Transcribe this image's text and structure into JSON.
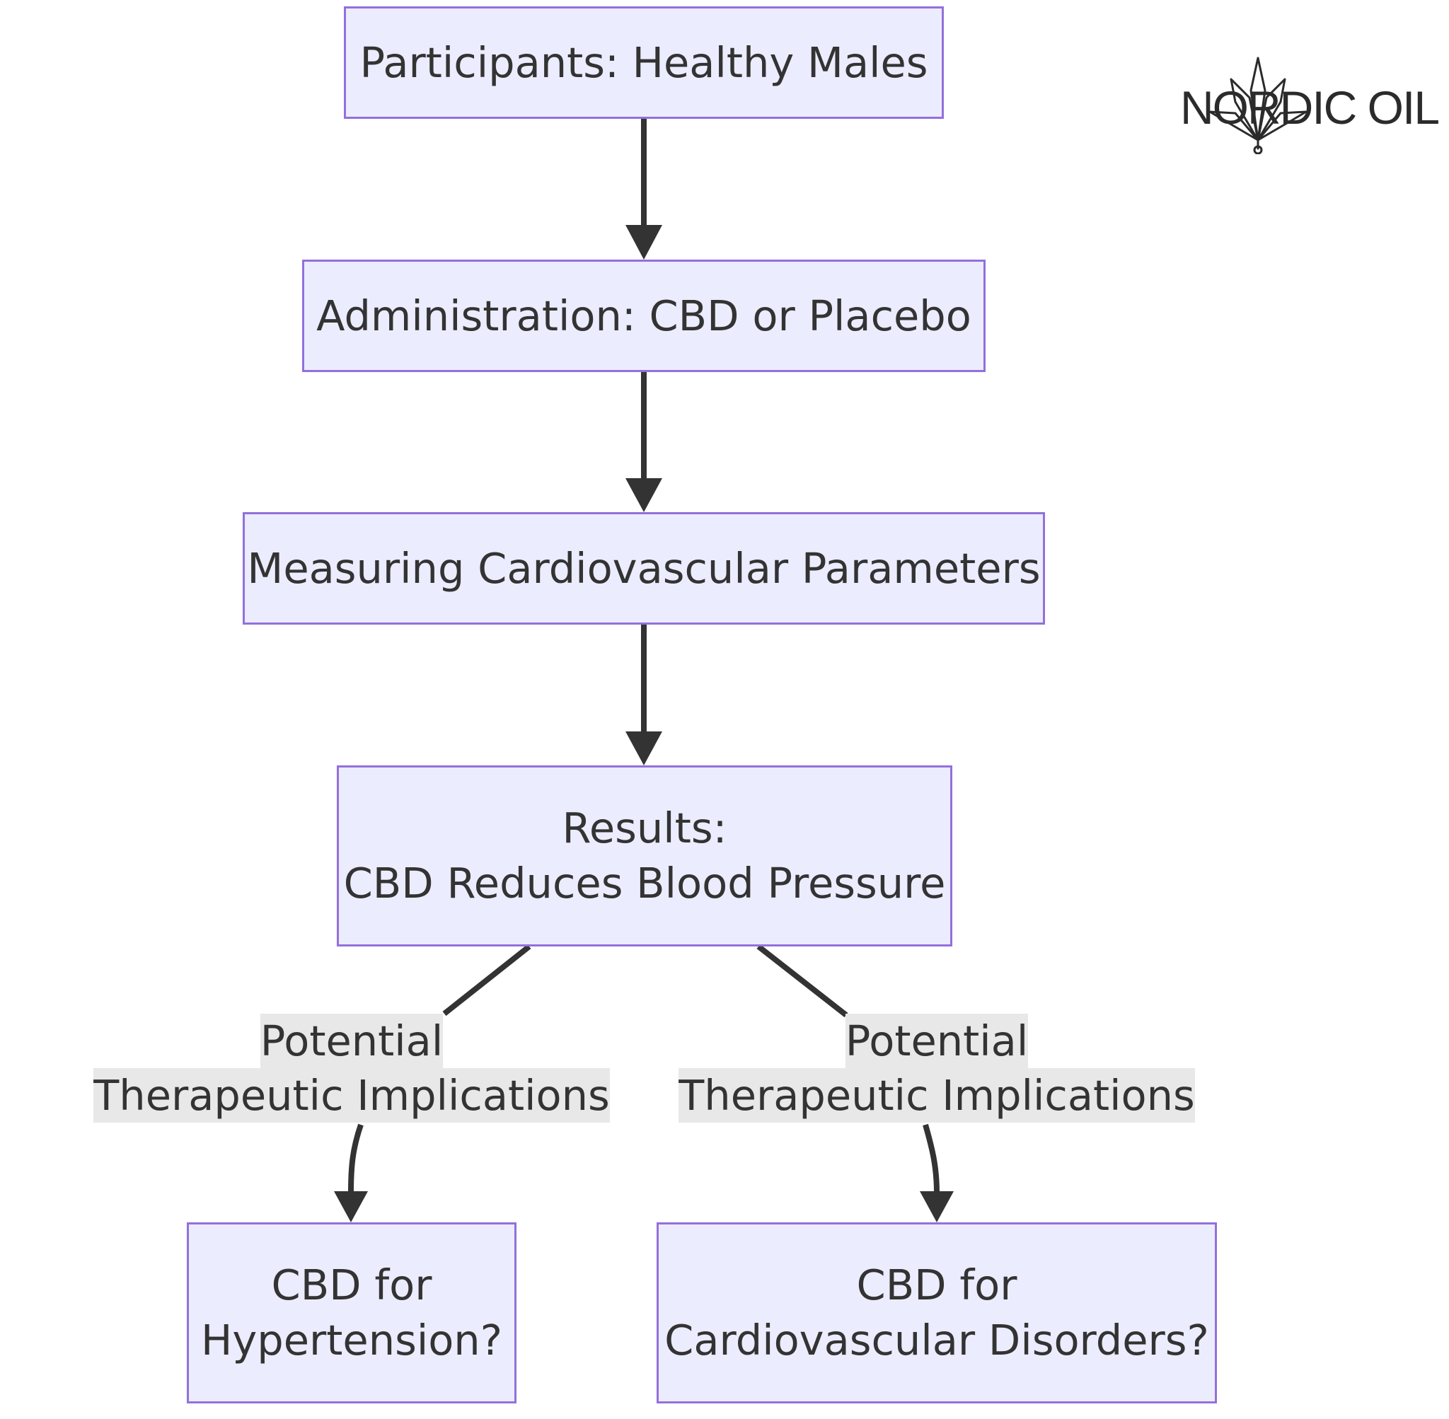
{
  "nodes": {
    "participants": "Participants: Healthy Males",
    "administration": "Administration: CBD or Placebo",
    "measuring": "Measuring Cardiovascular Parameters",
    "results": {
      "line1": "Results:",
      "line2": "CBD Reduces Blood Pressure"
    },
    "hypertension": {
      "line1": "CBD for",
      "line2": "Hypertension?"
    },
    "cardio_disorders": {
      "line1": "CBD for",
      "line2": "Cardiovascular Disorders?"
    }
  },
  "edges": {
    "left_label": {
      "line1": "Potential",
      "line2": "Therapeutic Implications"
    },
    "right_label": {
      "line1": "Potential",
      "line2": "Therapeutic Implications"
    }
  },
  "logo": {
    "text": "NORDIC OIL",
    "icon": "cannabis-leaf-icon"
  },
  "colors": {
    "node_fill": "#ececff",
    "node_border": "#9370db",
    "edge": "#333333",
    "label_bg": "#e8e8e8"
  }
}
